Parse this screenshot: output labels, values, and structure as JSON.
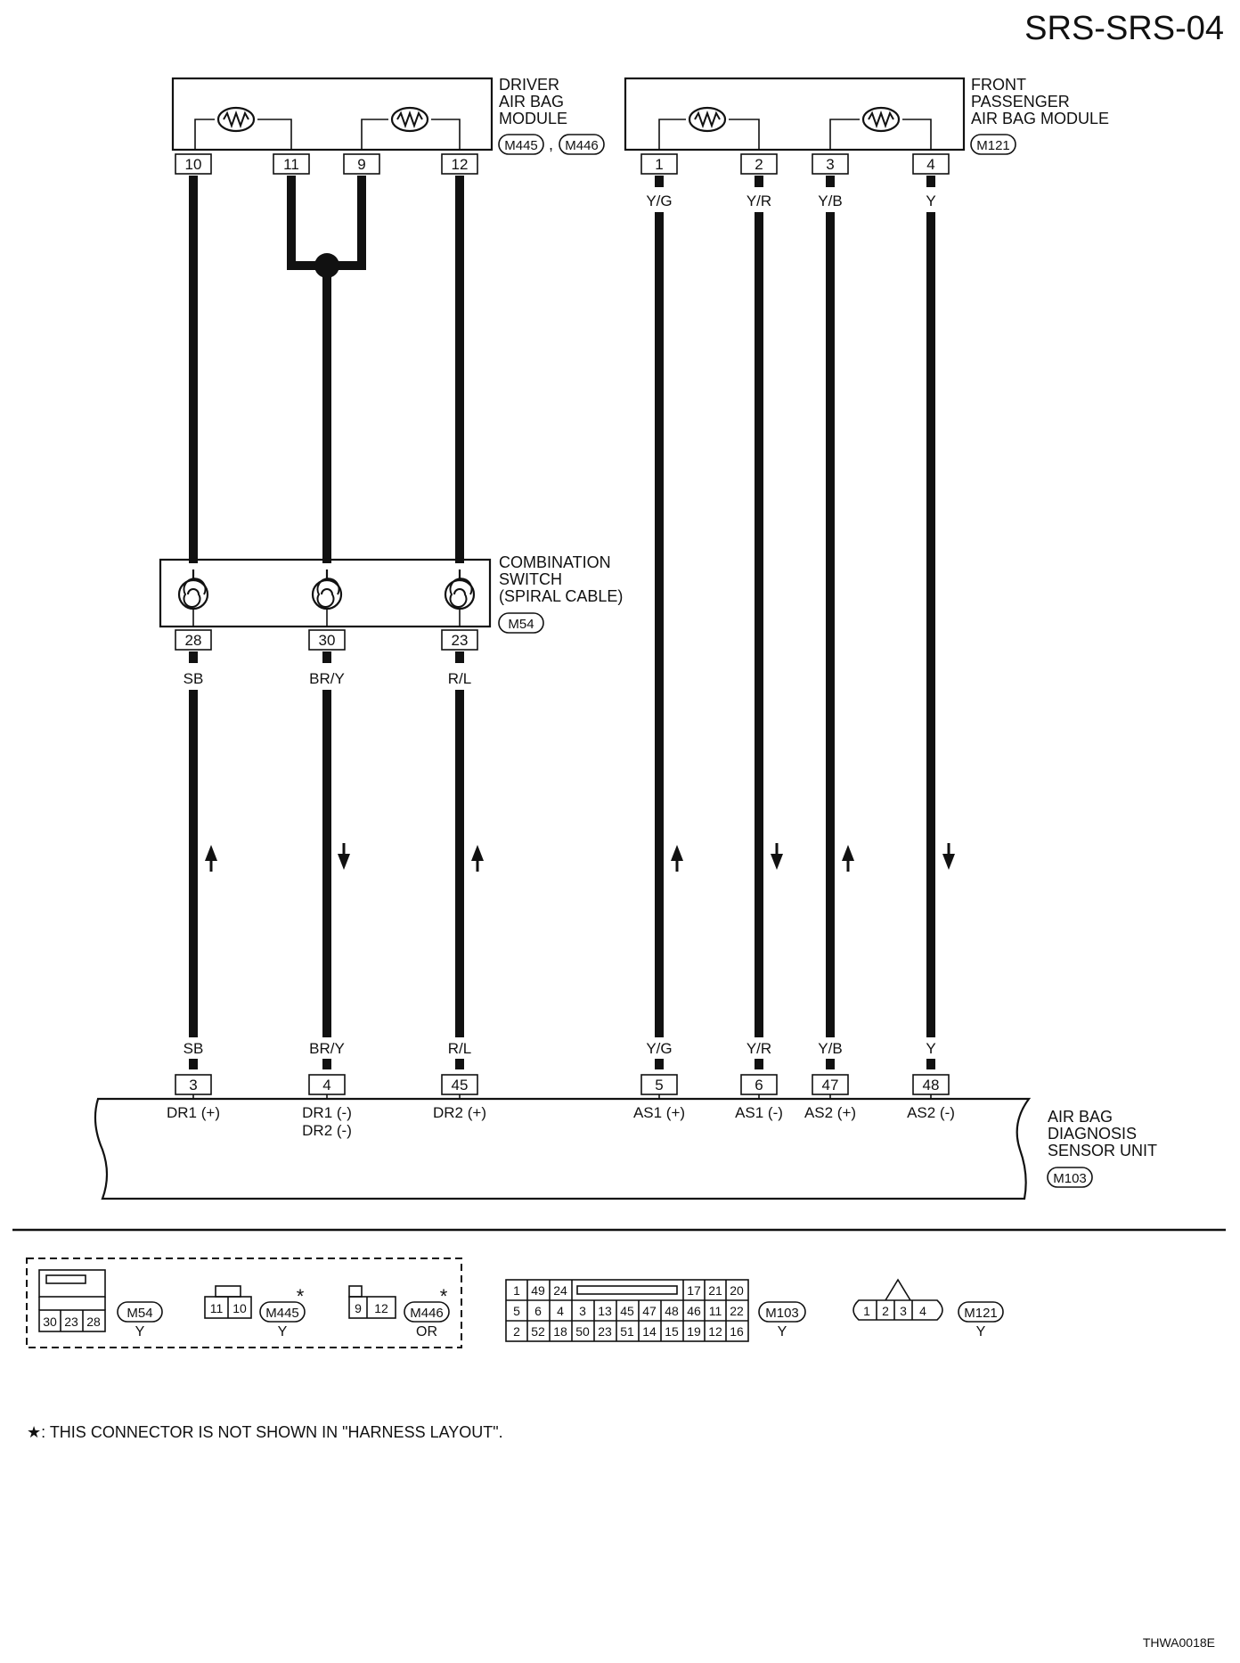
{
  "header": {
    "title": "SRS-SRS-04",
    "figure_id": "THWA0018E"
  },
  "components": {
    "driver": {
      "lines": [
        "DRIVER",
        "AIR BAG",
        "MODULE"
      ],
      "conn_a": "M445",
      "sep": ",",
      "conn_b": "M446",
      "pins": [
        "10",
        "11",
        "9",
        "12"
      ]
    },
    "passenger": {
      "lines": [
        "FRONT",
        "PASSENGER",
        "AIR BAG MODULE"
      ],
      "conn": "M121",
      "pins": [
        "1",
        "2",
        "3",
        "4"
      ]
    },
    "spiral": {
      "lines": [
        "COMBINATION",
        "SWITCH",
        "(SPIRAL CABLE)"
      ],
      "conn": "M54",
      "pins": [
        "28",
        "30",
        "23"
      ]
    },
    "sensor": {
      "lines": [
        "AIR BAG",
        "DIAGNOSIS",
        "SENSOR UNIT"
      ],
      "conn": "M103",
      "pins": [
        "3",
        "4",
        "45",
        "5",
        "6",
        "47",
        "48"
      ],
      "terminals": [
        "DR1 (+)",
        "DR1 (-)",
        "DR2 (-)",
        "DR2 (+)",
        "AS1 (+)",
        "AS1 (-)",
        "AS2 (+)",
        "AS2 (-)"
      ]
    }
  },
  "wires": {
    "upper": [
      "Y/G",
      "Y/R",
      "Y/B",
      "Y"
    ],
    "mid": [
      "SB",
      "BR/Y",
      "R/L"
    ],
    "lower": [
      "SB",
      "BR/Y",
      "R/L",
      "Y/G",
      "Y/R",
      "Y/B",
      "Y"
    ]
  },
  "connectors": {
    "m54": {
      "name": "M54",
      "color": "Y",
      "pins": [
        "30",
        "23",
        "28"
      ]
    },
    "m445": {
      "name": "M445",
      "color": "Y",
      "pins": [
        "11",
        "10"
      ],
      "mark": "*"
    },
    "m446": {
      "name": "M446",
      "color": "OR",
      "pins": [
        "9",
        "12"
      ],
      "mark": "*"
    },
    "m103": {
      "name": "M103",
      "color": "Y",
      "row1": [
        "1",
        "49",
        "24",
        "17",
        "21",
        "20"
      ],
      "row2": [
        "5",
        "6",
        "4",
        "3",
        "13",
        "45",
        "47",
        "48",
        "46",
        "11",
        "22"
      ],
      "row3": [
        "2",
        "52",
        "18",
        "50",
        "23",
        "51",
        "14",
        "15",
        "19",
        "12",
        "16"
      ]
    },
    "m121": {
      "name": "M121",
      "color": "Y",
      "pins": [
        "1",
        "2",
        "3",
        "4"
      ]
    }
  },
  "footnote": "★: THIS CONNECTOR IS NOT SHOWN IN \"HARNESS LAYOUT\"."
}
